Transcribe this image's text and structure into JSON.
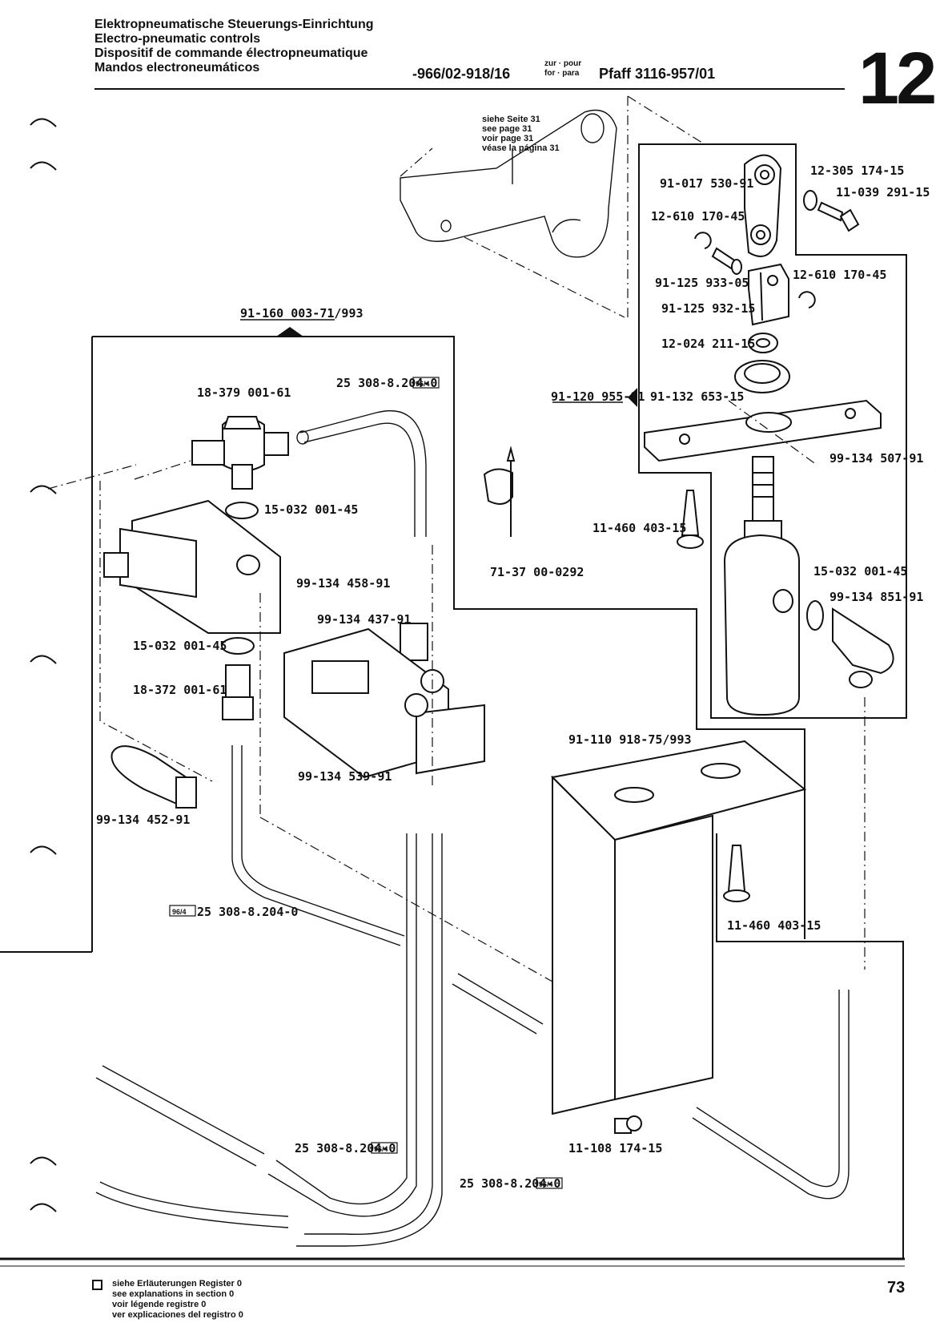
{
  "header": {
    "title_de": "Elektropneumatische Steuerungs-Einrichtung",
    "title_en": "Electro-pneumatic controls",
    "title_fr": "Dispositif de commande électropneumatique",
    "title_es": "Mandos electroneumáticos",
    "code": "-966/02-918/16",
    "zur_line1": "zur · pour",
    "zur_line2": "for · para",
    "model": "Pfaff 3116-957/01",
    "section_number": "12"
  },
  "see_page": {
    "de": "siehe Seite 31",
    "en": "see page 31",
    "fr": "voir page 31",
    "es": "véase la página 31"
  },
  "parts": {
    "p01": "91-017 530-91",
    "p02": "12-305 174-15",
    "p03": "11-039 291-15",
    "p04": "12-610 170-45",
    "p05": "91-125 933-05",
    "p06": "12-610 170-45",
    "p07": "91-125 932-15",
    "p08": "12-024 211-15",
    "p09": "91-132 653-15",
    "p10": "91-120 955-91",
    "p11": "99-134 507-91",
    "p12": "11-460 403-15",
    "p13": "71-37 00-0292",
    "p14": "15-032 001-45",
    "p15": "99-134 851-91",
    "p16": "91-160 003-71/993",
    "p17": "18-379 001-61",
    "p18": "25 308-8.204-0",
    "p19": "15-032 001-45",
    "p20": "99-134 458-91",
    "p21": "99-134 437-91",
    "p22": "15-032 001-45",
    "p23": "18-372 001-61",
    "p24": "99-134 539-91",
    "p25": "99-134 452-91",
    "p26": "25 308-8.204-0",
    "p27": "91-110 918-75/993",
    "p28": "11-460 403-15",
    "p29": "11-108 174-15",
    "p30": "25 308-8.204-0",
    "p31": "25 308-8.204-0"
  },
  "ref_tag": "96/4",
  "legend": {
    "de": "siehe Erläuterungen Register 0",
    "en": "see explanations in section 0",
    "fr": "voir légende registre 0",
    "es": "ver explicaciones del registro 0"
  },
  "page_number": "73"
}
